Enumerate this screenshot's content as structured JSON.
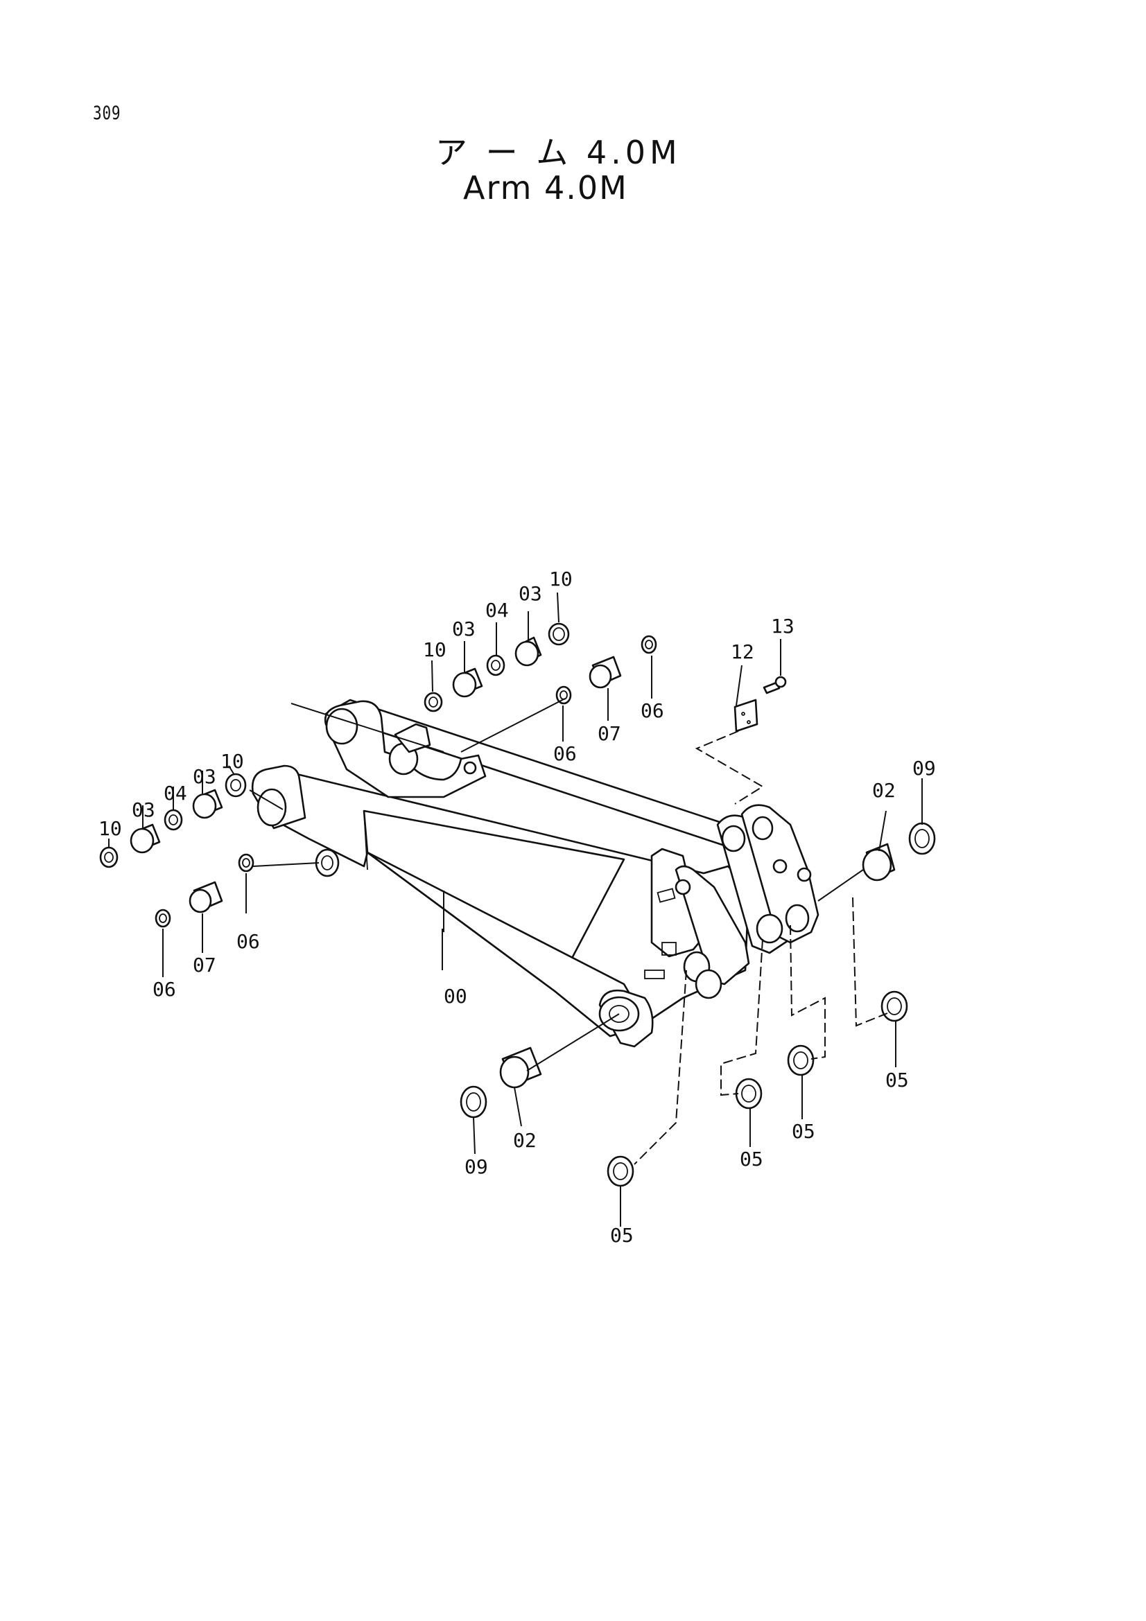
{
  "page_number": "309",
  "title_jp": "ア ー ム 4.0M",
  "title_en": "Arm 4.0M",
  "callouts": {
    "arm": "00",
    "bushing_02_right": "02",
    "bushing_02_bottom": "02",
    "bushing_03_top_a": "03",
    "bushing_03_top_b": "03",
    "bushing_03_left_a": "03",
    "bushing_03_left_b": "03",
    "seal_04_top": "04",
    "seal_04_left": "04",
    "bushing_05_right": "05",
    "bushing_05_mid": "05",
    "bushing_05_low": "05",
    "bushing_05_bottom": "05",
    "bushing_06_top_a": "06",
    "bushing_06_top_b": "06",
    "bushing_06_left_a": "06",
    "bushing_06_left_b": "06",
    "pin_07_top": "07",
    "pin_07_left": "07",
    "seal_09_right": "09",
    "seal_09_bottom": "09",
    "ring_10_top_a": "10",
    "ring_10_top_b": "10",
    "ring_10_left_a": "10",
    "ring_10_left_b": "10",
    "plate_12": "12",
    "screw_13": "13"
  }
}
